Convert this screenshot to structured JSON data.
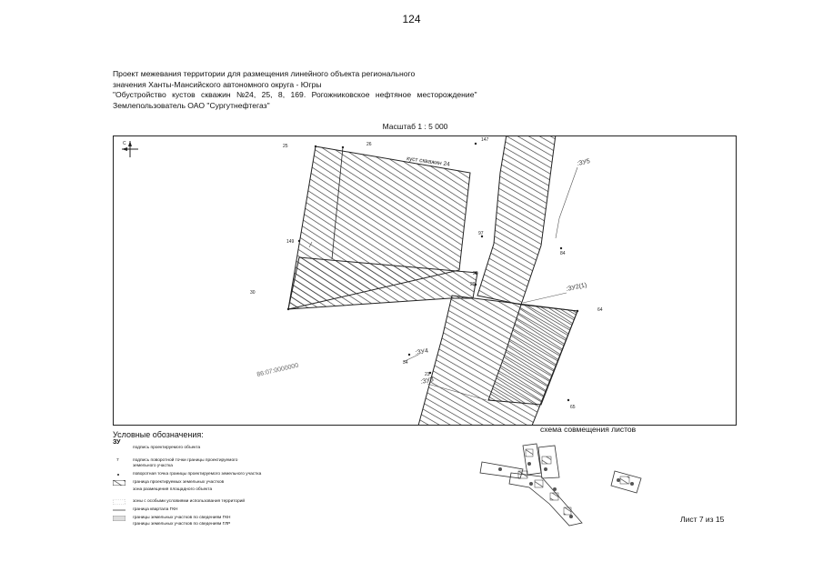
{
  "page_number": "124",
  "header": {
    "line1": "Проект межевания территории для размещения линейного объекта регионального",
    "line2": "значения Ханты-Мансийского автономного округа - Югры",
    "line3": "\"Обустройство кустов скважин №24, 25, 8, 169. Рогожниковское нефтяное месторождение\"",
    "line4": "Землепользователь ОАО \"Сургутнефтегаз\""
  },
  "scale": "Масштаб 1 : 5 000",
  "map": {
    "point_labels": [
      "25",
      "26",
      "147",
      "149",
      "30",
      "28",
      "29",
      "34",
      "23",
      "97",
      "84",
      "64",
      "65"
    ],
    "zone_labels": [
      ":ЗУ5",
      ":ЗУ2(1)",
      ":ЗУ4",
      ":ЗУ3"
    ],
    "well_pad_label": "куст скважин 24",
    "cadastral_label": "86:07:0000000",
    "colors": {
      "hatch": "#333333",
      "boundary": "#222222",
      "leader": "#555555"
    }
  },
  "legend": {
    "title": "Условные обозначения:",
    "zu_symbol": "ЗУ",
    "items": [
      "подпись проектируемого объекта",
      "подпись поворотной точки границы проектируемого земельного участка",
      "поворотная точка границы проектируемого земельного участка",
      "граница проектируемых земельных участков",
      "зона размещения площадного объекта",
      "зоны с особыми условиями использования территорий",
      "граница квартала ГКН",
      "границы земельных участков по сведениям ГКН",
      "границы земельных участков по сведениям ГЛР"
    ],
    "point_sample": "7"
  },
  "overview": {
    "title": "схема совмещения листов"
  },
  "sheet": "Лист 7 из 15"
}
